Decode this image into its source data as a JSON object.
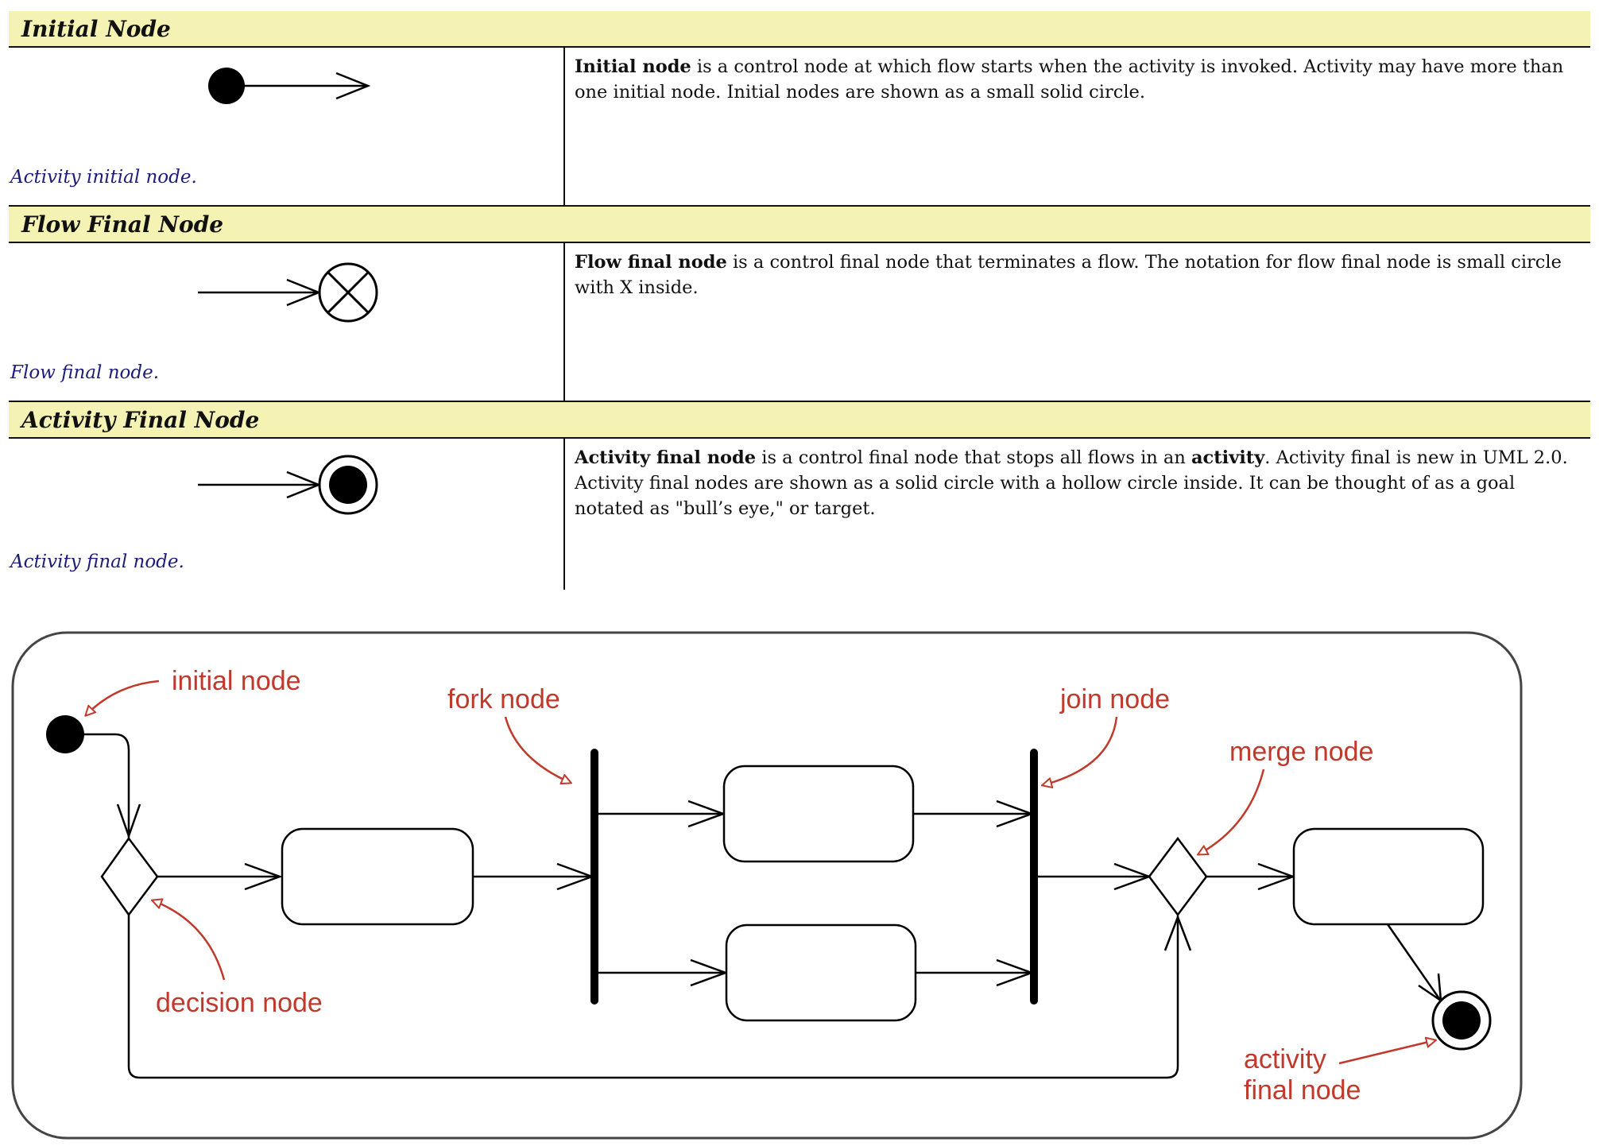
{
  "sections": [
    {
      "title": "Initial Node",
      "caption": "Activity initial node.",
      "desc_term": "Initial node",
      "desc_rest": " is a control node at which flow starts when the activity is invoked. Activity may have more than one initial node. Initial nodes are shown as a small solid circle."
    },
    {
      "title": "Flow Final Node",
      "caption": "Flow final node.",
      "desc_term": "Flow final node",
      "desc_rest": " is a control final node that terminates a flow. The notation for flow final node is small circle with X inside."
    },
    {
      "title": "Activity Final Node",
      "caption": "Activity final node.",
      "desc_term": "Activity final node",
      "desc_mid": " is a control final node that stops all flows in an ",
      "desc_term2": "activity",
      "desc_rest": ". Activity final is new in UML 2.0. Activity final nodes are shown as a solid circle with a hollow circle inside. It can be thought of as a goal notated as \"bull’s eye,\" or target."
    }
  ],
  "diagram": {
    "annotation_color": "#c0392b",
    "labels": {
      "initial_node": "initial node",
      "fork_node": "fork node",
      "join_node": "join node",
      "merge_node": "merge node",
      "decision_node": "decision node",
      "activity_final_line1": "activity",
      "activity_final_line2": "final node"
    }
  }
}
